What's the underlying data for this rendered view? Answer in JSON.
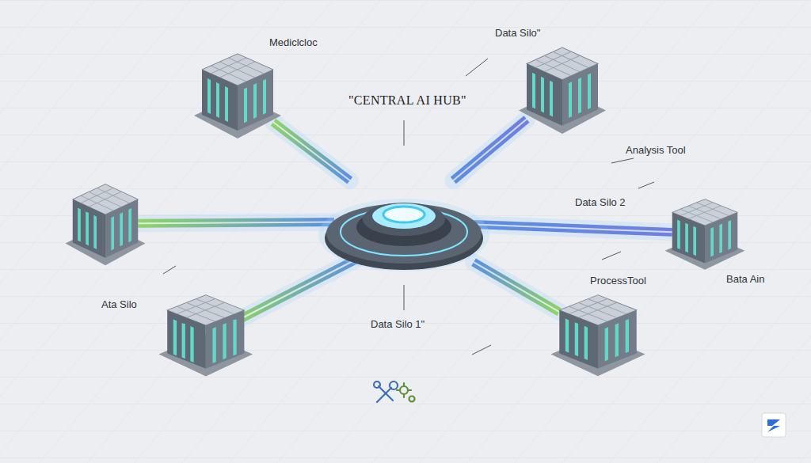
{
  "diagram": {
    "nodes": [
      {
        "text": [
          "\"CENTRAL AI HUB\""
        ]
      },
      {
        "text": [
          "Mediclcloc"
        ]
      },
      {
        "text": [
          "Data Silo\""
        ]
      },
      {
        "text": [
          "Ata Silo"
        ]
      },
      {
        "text": [
          "Bata Ain"
        ]
      },
      {
        "text": [
          "ProcessTool"
        ]
      }
    ],
    "edges": [
      {
        "from": 0,
        "to": 1,
        "arrow": "none"
      },
      {
        "from": 0,
        "to": 2,
        "arrow": "none"
      },
      {
        "from": 0,
        "to": 3,
        "arrow": "none"
      },
      {
        "from": 0,
        "to": 4,
        "arrow": "none"
      },
      {
        "from": 0,
        "to": 5,
        "arrow": "none"
      }
    ],
    "labels": [
      "Analysis Tool",
      "Data Silo 2",
      "Data Silo 1\""
    ]
  }
}
